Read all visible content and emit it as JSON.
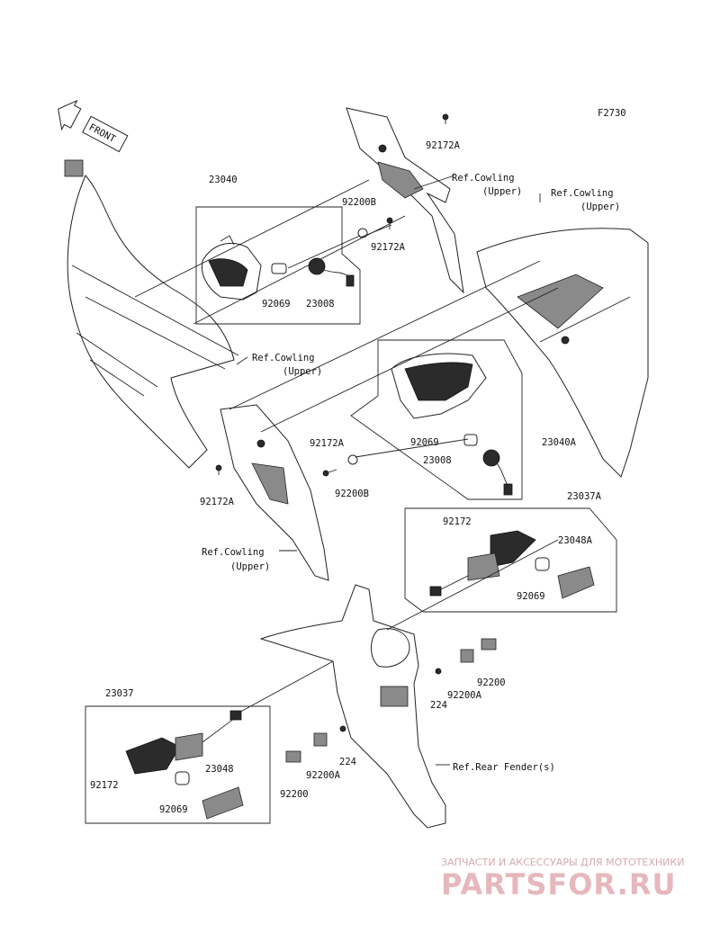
{
  "figure_code": "F2730",
  "front_label": "FRONT",
  "labels": {
    "p23040": "23040",
    "p92200B_top": "92200B",
    "p92172A_top1": "92172A",
    "p92172A_top2": "92172A",
    "p92069_top": "92069",
    "p23008_top": "23008",
    "refcowl_top_line1": "Ref.Cowling",
    "refcowl_top_line2": "(Upper)",
    "refcowl_right_line1": "Ref.Cowling",
    "refcowl_right_line2": "(Upper)",
    "refcowl_mid_line1": "Ref.Cowling",
    "refcowl_mid_line2": "(Upper)",
    "p92172A_mid": "92172A",
    "p92069_mid": "92069",
    "p23040A": "23040A",
    "p23008_mid": "23008",
    "p92200B_mid": "92200B",
    "p92172A_left": "92172A",
    "refcowl_bot_line1": "Ref.Cowling",
    "refcowl_bot_line2": "(Upper)",
    "p23037A": "23037A",
    "p92172_right": "92172",
    "p23048A": "23048A",
    "p92069_right": "92069",
    "p92200_right": "92200",
    "p224_right": "224",
    "p92200A_right": "92200A",
    "p23037": "23037",
    "p23048": "23048",
    "p92172_left": "92172",
    "p92069_left": "92069",
    "p224_left": "224",
    "p92200A_left": "92200A",
    "p92200_left": "92200",
    "ref_rear_fender": "Ref.Rear Fender(s)"
  },
  "watermark": {
    "line1": "ЗАПЧАСТИ И АКСЕССУАРЫ ДЛЯ МОТОТЕХНИКИ",
    "line2": "PARTSFOR.RU"
  }
}
